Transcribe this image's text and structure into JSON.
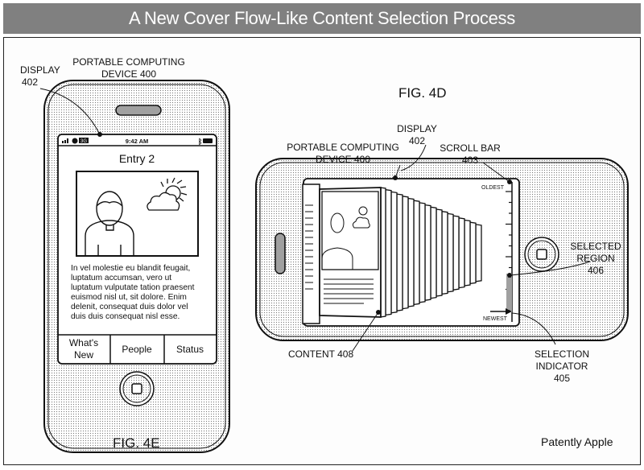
{
  "title": "A New Cover Flow-Like Content Selection Process",
  "fig_4e": {
    "figure_label": "FIG. 4E",
    "labels": {
      "display": [
        "DISPLAY",
        "402"
      ],
      "device": [
        "PORTABLE COMPUTING",
        "DEVICE  400"
      ]
    },
    "status_bar": {
      "carrier": "3G",
      "time": "9:42 AM"
    },
    "entry_title": "Entry 2",
    "body_text": [
      "In vel molestie eu blandit feugait,",
      "luptatum accumsan, vero ut",
      "luptatum vulputate tation praesent",
      "euismod nisl ut, sit dolore. Enim",
      "delenit, consequat duis dolor vel",
      "duis duis consequat nisl esse."
    ],
    "tabs": [
      {
        "label_lines": [
          "What's",
          "New"
        ]
      },
      {
        "label_lines": [
          "People"
        ]
      },
      {
        "label_lines": [
          "Status"
        ]
      }
    ]
  },
  "fig_4d": {
    "figure_label": "FIG. 4D",
    "labels": {
      "display": [
        "DISPLAY",
        "402"
      ],
      "device": [
        "PORTABLE COMPUTING",
        "DEVICE  400"
      ],
      "scroll_bar": [
        "SCROLL BAR",
        "403"
      ],
      "selected_region": [
        "SELECTED",
        "REGION",
        "406"
      ],
      "content": [
        "CONTENT 408"
      ],
      "selection_indicator": [
        "SELECTION",
        "INDICATOR",
        "405"
      ]
    },
    "scroll_top": "OLDEST",
    "scroll_bottom": "NEWEST"
  },
  "credit": "Patently Apple"
}
